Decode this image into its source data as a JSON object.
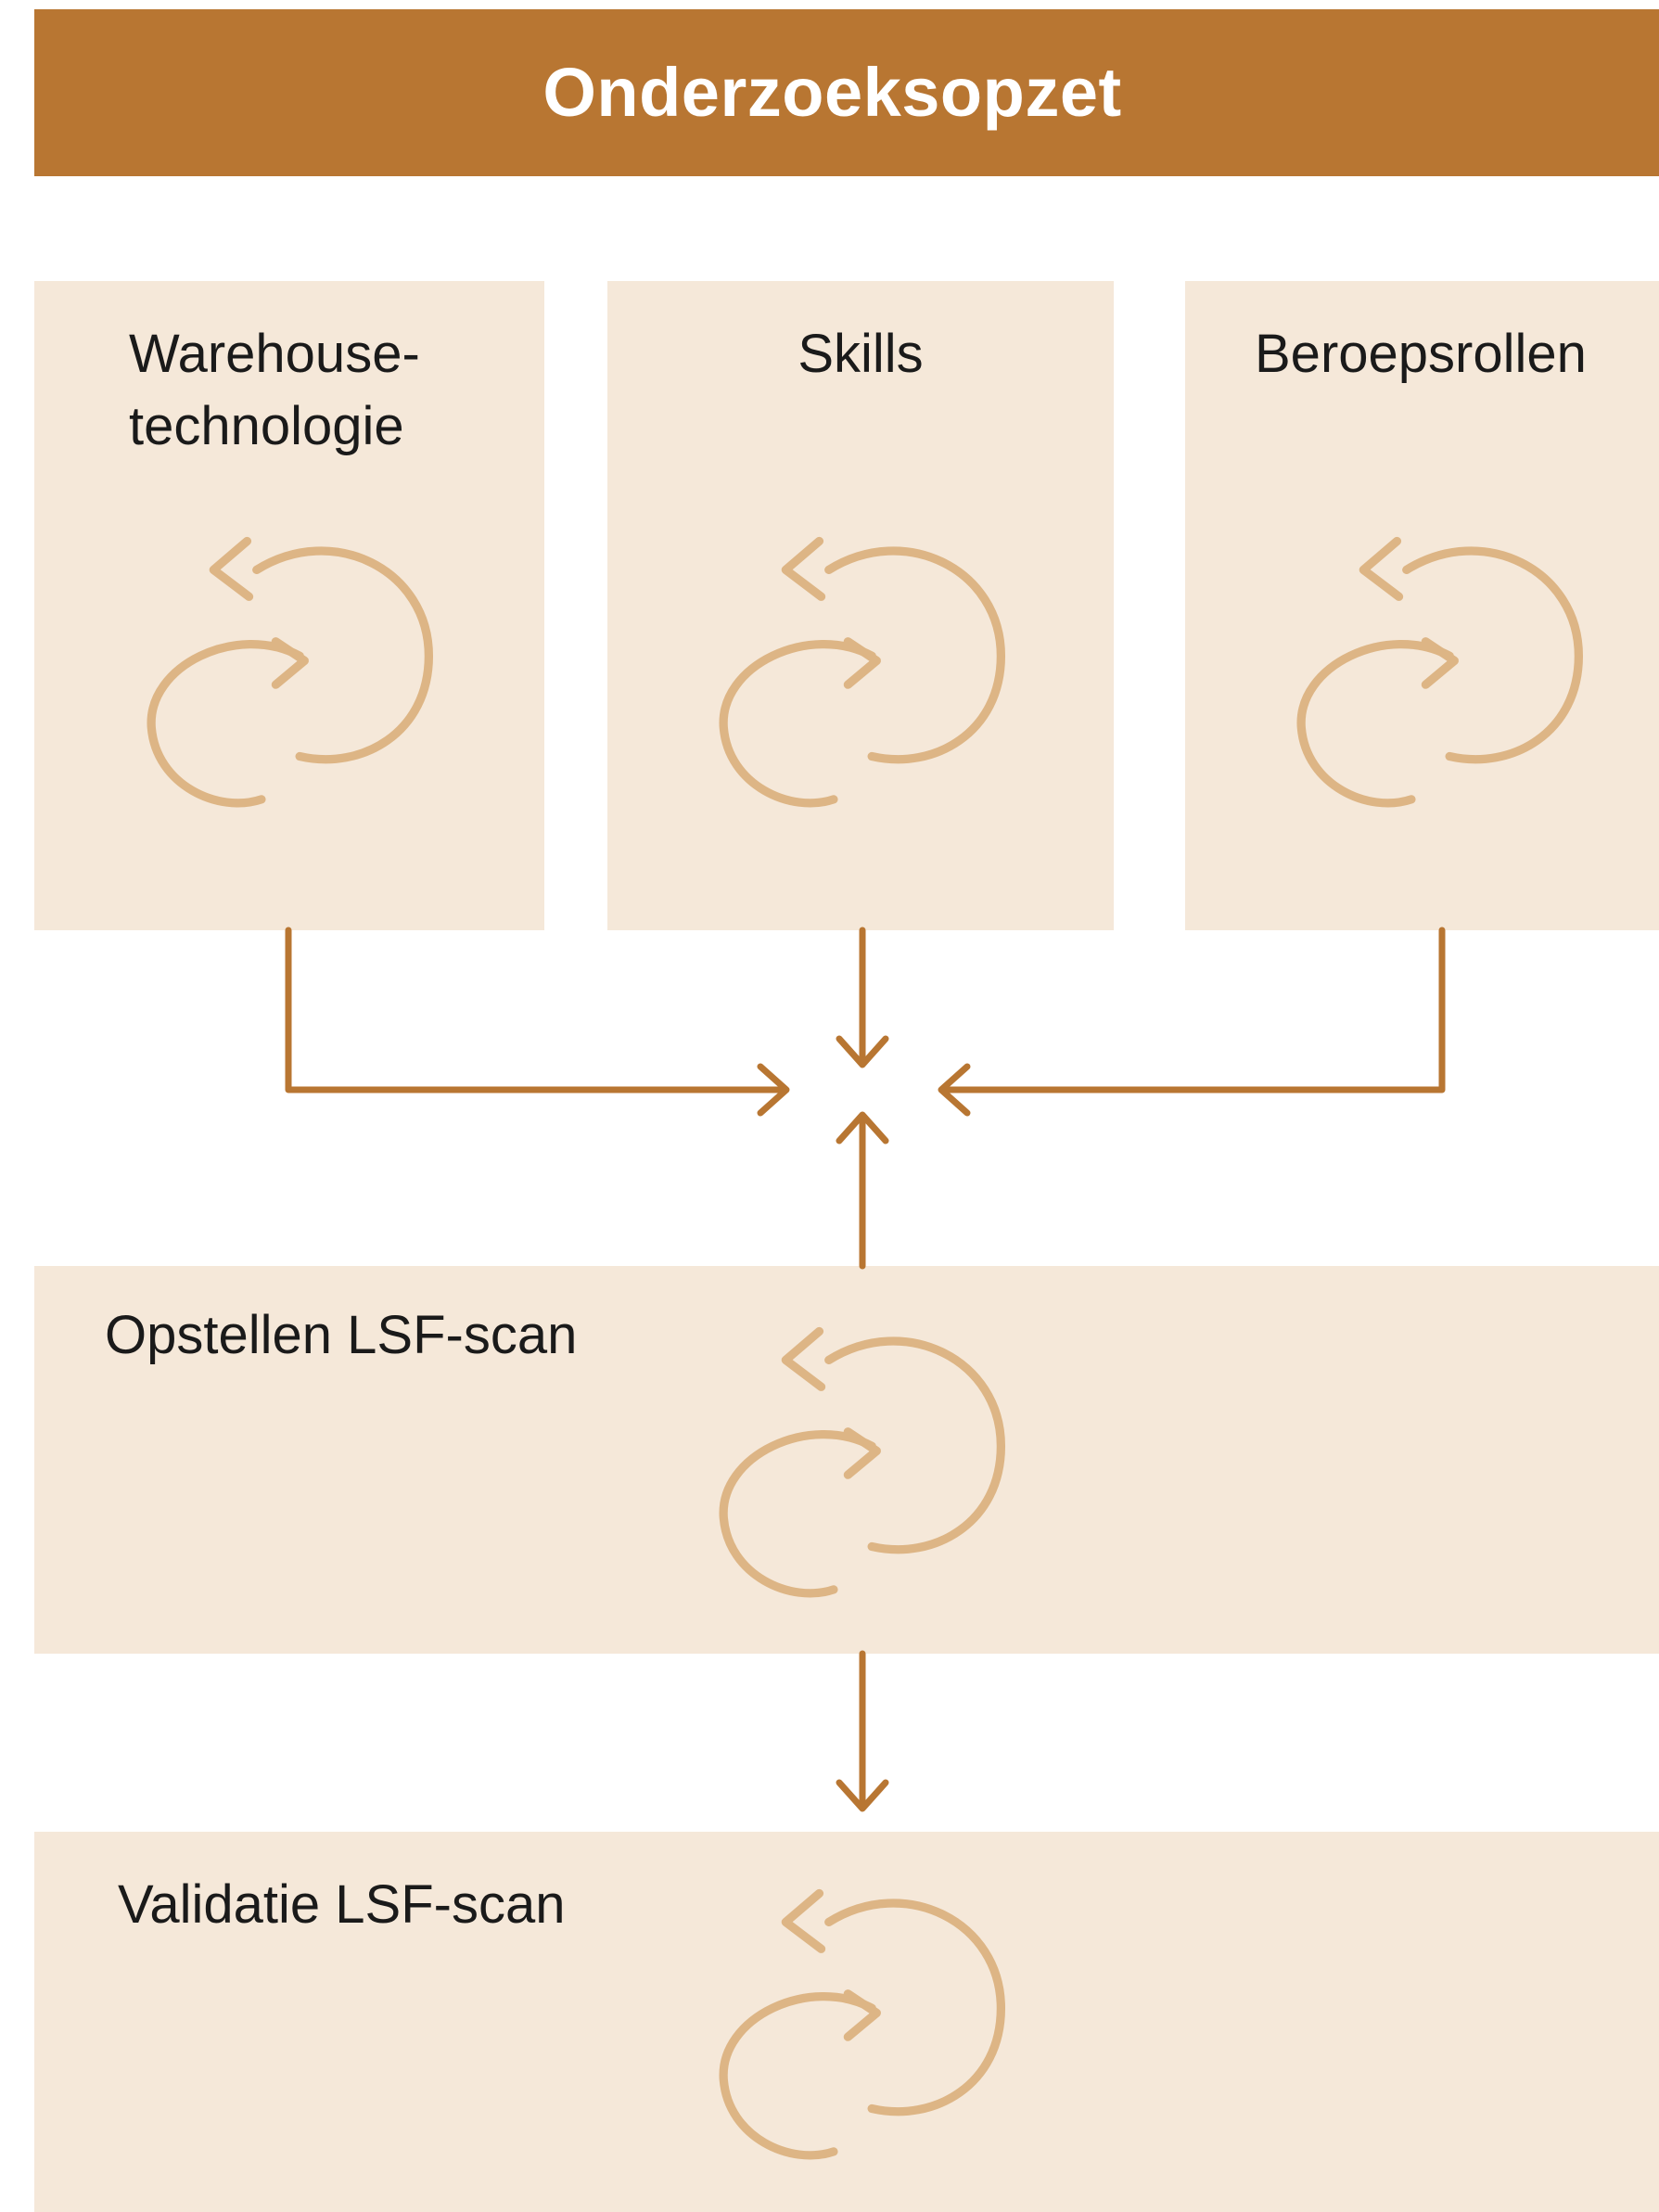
{
  "header": {
    "title": "Onderzoeksopzet"
  },
  "boxes": {
    "warehouse": {
      "label_line1": "Warehouse-",
      "label_line2": "technologie"
    },
    "skills": {
      "label": "Skills"
    },
    "roles": {
      "label": "Beroepsrollen"
    },
    "opstellen": {
      "label": "Opstellen LSF-scan"
    },
    "validatie": {
      "label": "Validatie LSF-scan"
    }
  },
  "colors": {
    "header_bg": "#b87632",
    "box_bg": "#f5e8d9",
    "connector": "#b87632",
    "cycle_icon": "#ddb585"
  },
  "icons": {
    "cycle": "cycle-arrows-icon"
  }
}
